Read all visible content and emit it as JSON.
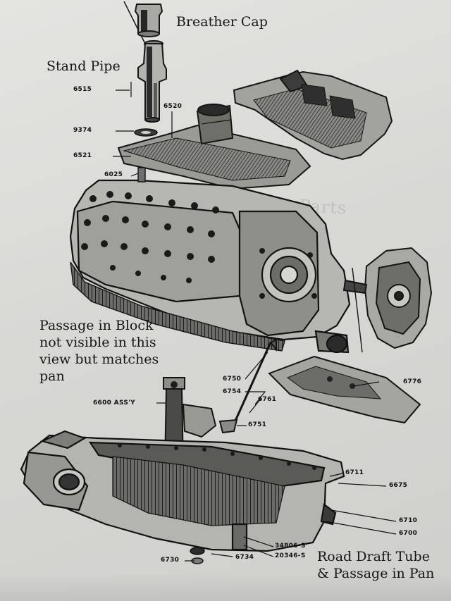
{
  "captions": {
    "breather_cap": "Breather Cap",
    "stand_pipe": "Stand Pipe",
    "passage_block": [
      "Passage in Block",
      "not visible in this",
      "view but matches",
      "pan"
    ],
    "road_draft": [
      "Road Draft Tube",
      "& Passage in Pan"
    ]
  },
  "background_text": [
    "Auto Parts"
  ],
  "part_numbers": {
    "p6515": "6515",
    "p6520": "6520",
    "p9374": "9374",
    "p6521": "6521",
    "p6025": "6025",
    "p6750": "6750",
    "p6754": "6754",
    "p6761": "6761",
    "p6600": "6600 ASS'Y",
    "p6751": "6751",
    "p6776": "6776",
    "p6711": "6711",
    "p6675": "6675",
    "p6710": "6710",
    "p6700": "6700",
    "p34806": "34806-S",
    "p20346": "20346-S",
    "p6730": "6730",
    "p6734": "6734"
  },
  "colors": {
    "ink": "#161616",
    "paper": "#dcdcd9"
  }
}
